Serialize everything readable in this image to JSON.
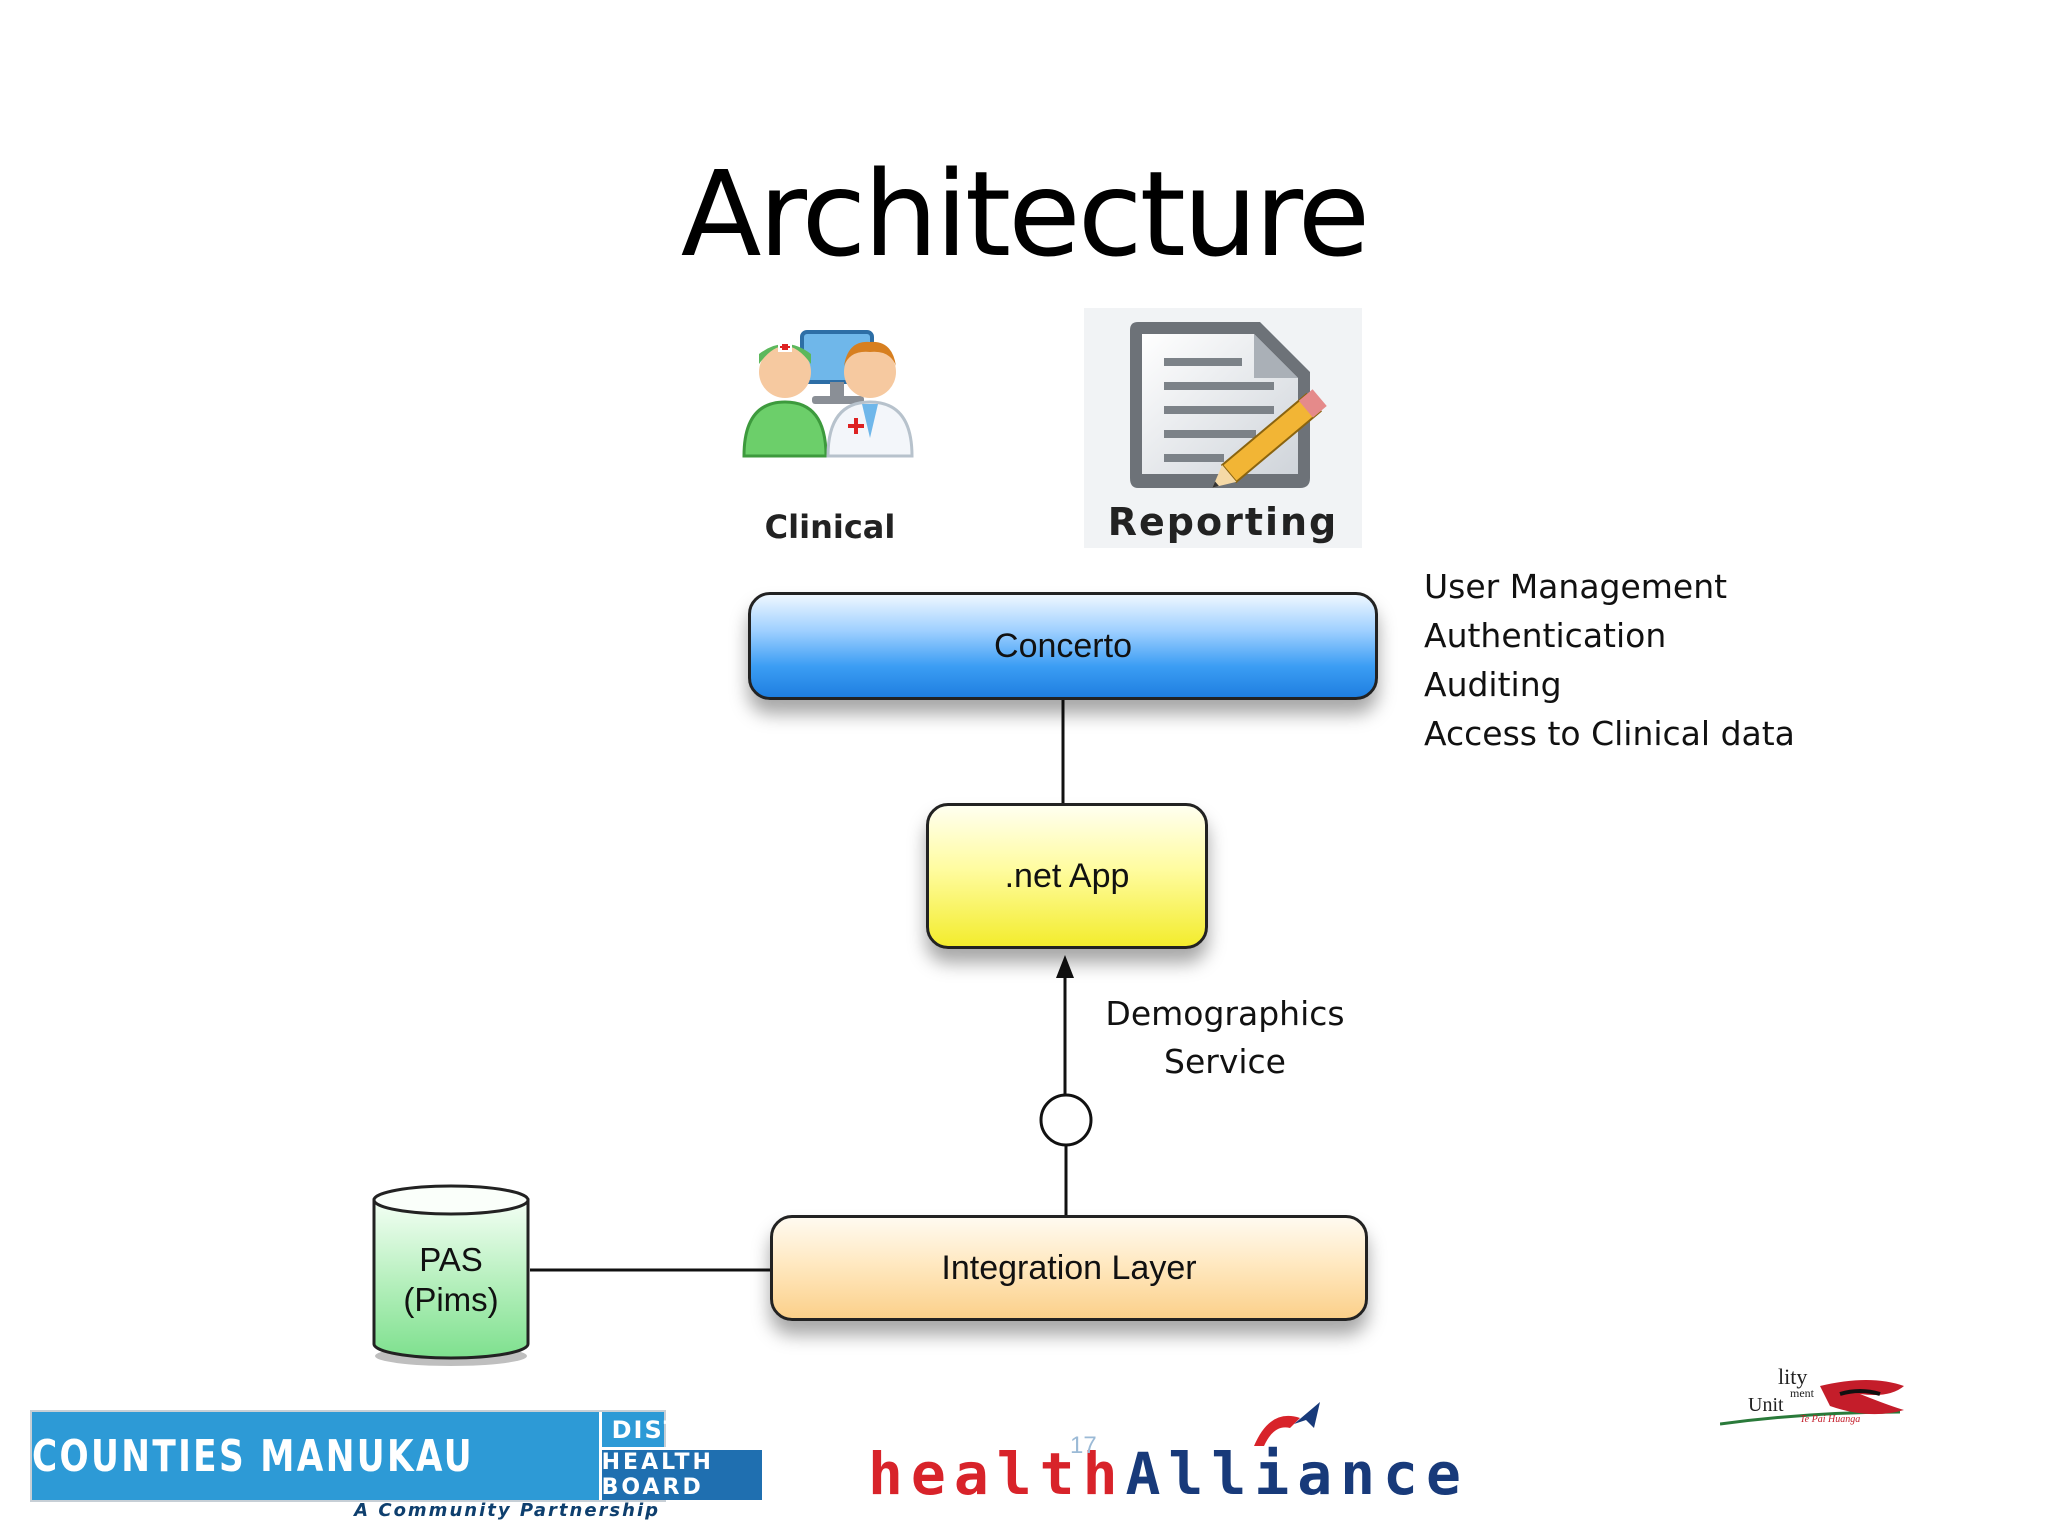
{
  "slide": {
    "title": "Architecture",
    "page_number": "17"
  },
  "icons": {
    "clinical": {
      "label": "Clinical",
      "icon": "clinicians-icon"
    },
    "reporting": {
      "label": "Reporting",
      "icon": "report-document-icon"
    }
  },
  "components": {
    "concerto": "Concerto",
    "net_app": ".net App",
    "integration_layer": "Integration Layer",
    "pas": {
      "line1": "PAS",
      "line2": "(Pims)"
    },
    "demographics_service": {
      "line1": "Demographics",
      "line2": "Service"
    }
  },
  "concerto_notes": [
    "User  Management",
    "Authentication",
    "Auditing",
    "Access to Clinical data"
  ],
  "logos": {
    "counties_manukau": {
      "main": "COUNTIES MANUKAU",
      "district": "DISTRICT",
      "health_board": "HEALTH BOARD",
      "tagline": "A Community Partnership"
    },
    "health_alliance": {
      "part1": "health",
      "part2": "Alliance"
    },
    "quality_unit": {
      "line1": "lity",
      "line2": "ment",
      "line3": "Unit",
      "line4": "Te Pai Huanga"
    }
  },
  "colors": {
    "concerto": "#3b9df4",
    "net_app": "#f3ec2d",
    "integration_layer": "#fbd08a",
    "pas": "#7ee08e",
    "cmdhb_blue": "#2d9ad6",
    "health_red": "#d8232a",
    "alliance_blue": "#183a7a"
  }
}
